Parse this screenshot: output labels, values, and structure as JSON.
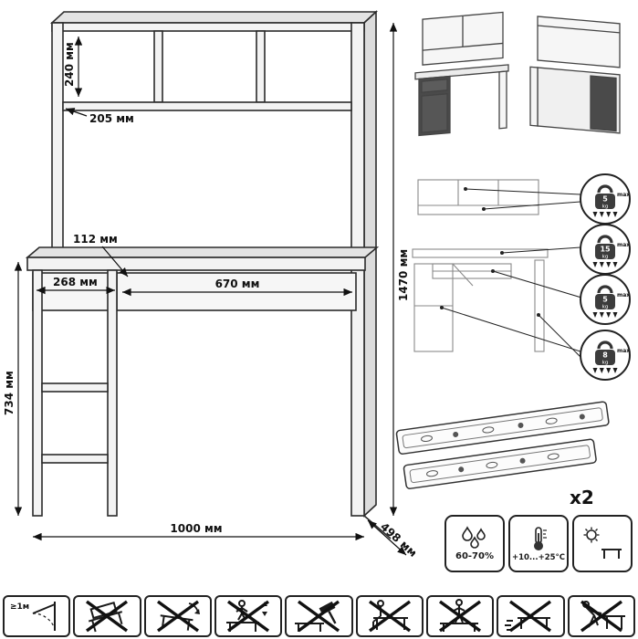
{
  "drawing": {
    "dim_240": "240 мм",
    "dim_205": "205 мм",
    "dim_112": "112 мм",
    "dim_268": "268 мм",
    "dim_670": "670 мм",
    "dim_734": "734 мм",
    "dim_1470": "1470 мм",
    "dim_1000": "1000 мм",
    "dim_498": "498 мм"
  },
  "load_limits": [
    {
      "weight": "5",
      "unit": "kg",
      "max": "max"
    },
    {
      "weight": "15",
      "unit": "kg",
      "max": "max"
    },
    {
      "weight": "5",
      "unit": "kg",
      "max": "max"
    },
    {
      "weight": "8",
      "unit": "kg",
      "max": "max"
    }
  ],
  "slides": {
    "quantity": "x2"
  },
  "conditions": {
    "humidity": "60-70%",
    "temperature": "+10...+25°С"
  },
  "warnings": {
    "door_clearance": "≥1м"
  },
  "icons": {
    "load": "kettlebell-icon",
    "humidity": "water-drops-icon",
    "temperature": "thermometer-icon",
    "sunlight": "sun-over-table-icon"
  },
  "colors": {
    "line": "#1a1a1a",
    "panel_fill": "#f3f3f3",
    "dark_panel": "#4a4a4a"
  }
}
